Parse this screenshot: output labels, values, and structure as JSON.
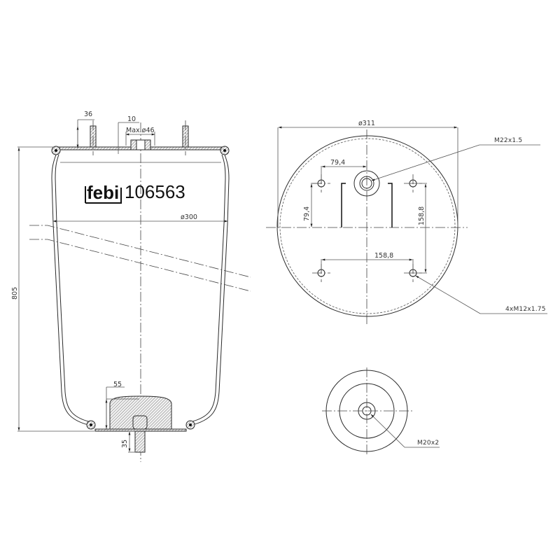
{
  "brand": {
    "logo": "febi",
    "part_number": "106563"
  },
  "side_view": {
    "dimensions": {
      "stud_offset": "36",
      "inlet_offset": "10",
      "inlet_max_diameter": "Max.ø46",
      "top_diameter": "ø300",
      "height": "805",
      "piston_height": "55",
      "bottom_stud_length": "35"
    }
  },
  "top_view": {
    "dimensions": {
      "outer_diameter": "ø311",
      "hole_half_spacing_x": "79,4",
      "hole_half_spacing_y": "79,4",
      "hole_spacing_x": "158,8",
      "hole_spacing_y": "158,8"
    },
    "callouts": {
      "center_thread": "M22x1.5",
      "mounting_threads": "4xM12x1.75"
    }
  },
  "bottom_view": {
    "callouts": {
      "center_thread": "M20x2"
    }
  },
  "colors": {
    "line": "#2a2a2a",
    "background": "#ffffff"
  }
}
